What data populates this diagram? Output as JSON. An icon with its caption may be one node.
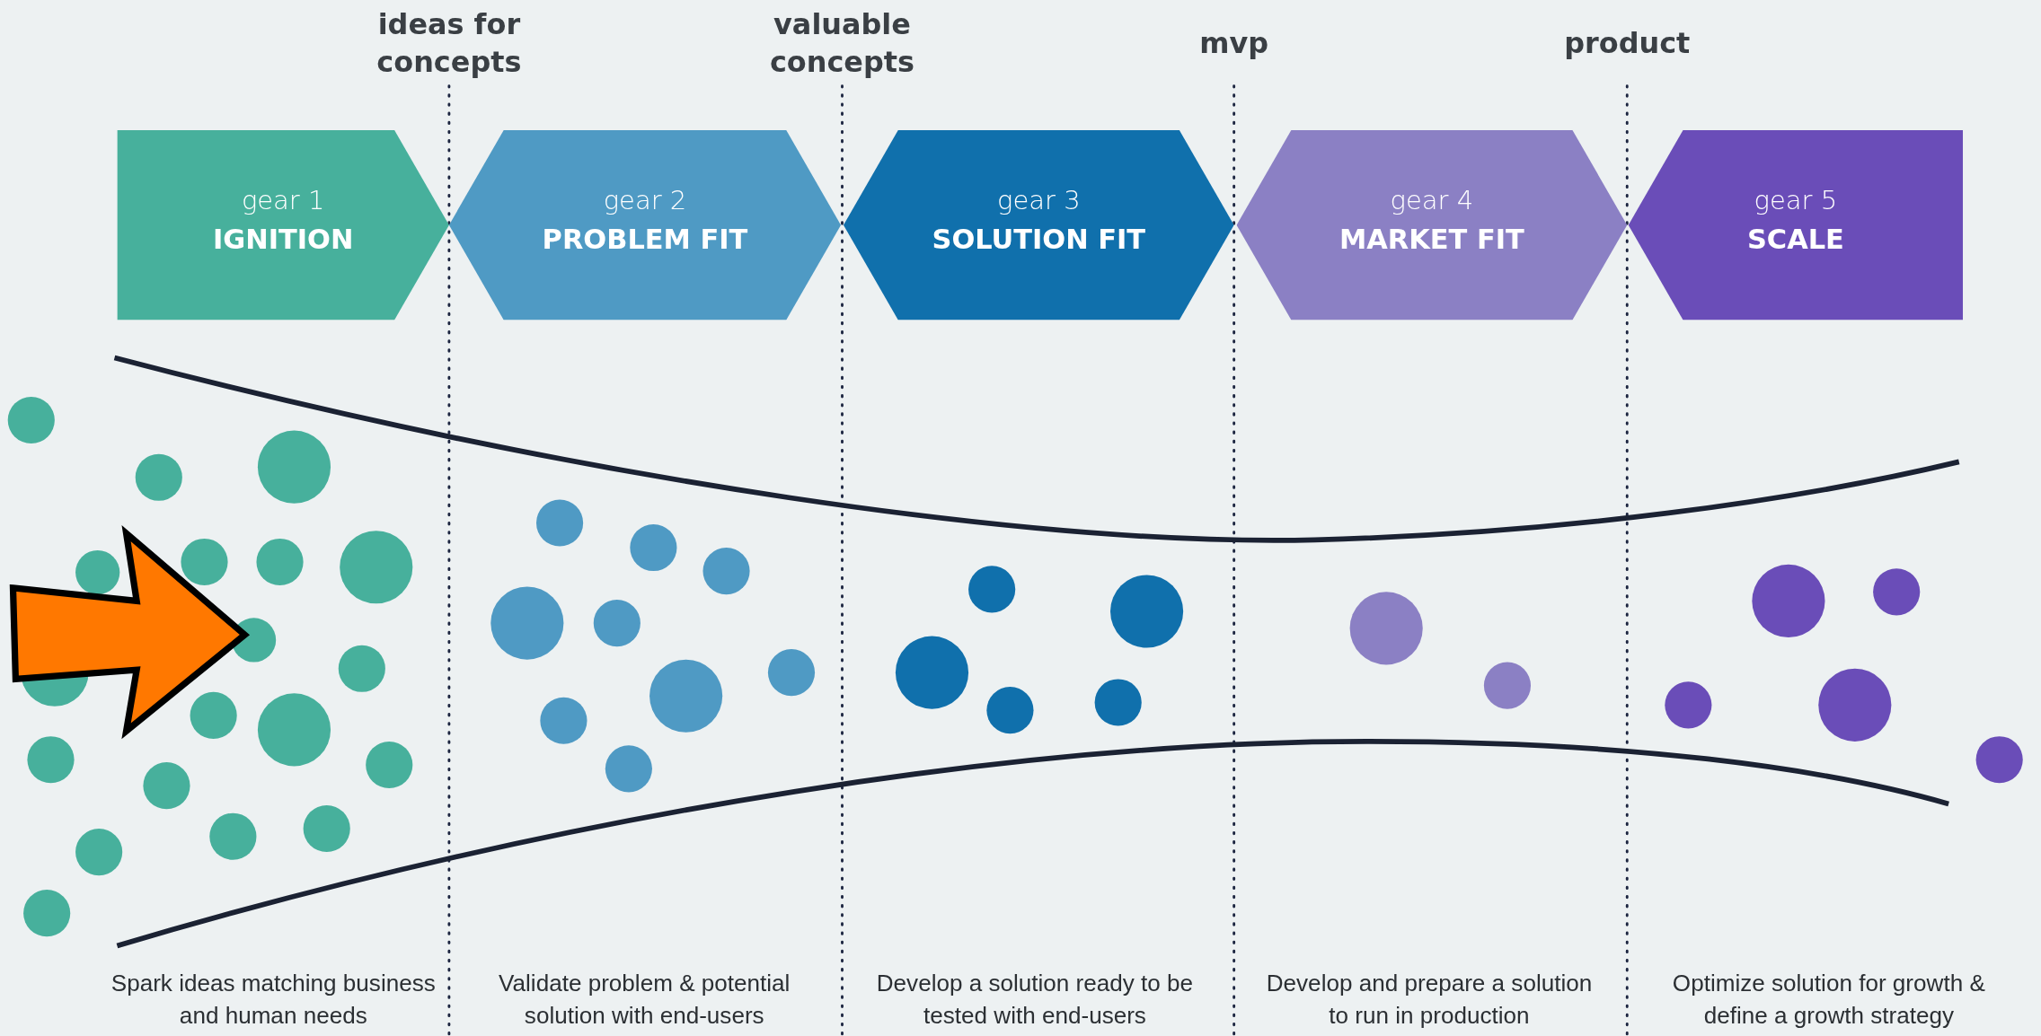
{
  "diagram": {
    "nodes": [
      {
        "text": [
          "gear 1",
          "IGNITION"
        ]
      },
      {
        "text": [
          "gear 2",
          "PROBLEM FIT"
        ]
      },
      {
        "text": [
          "gear 3",
          "SOLUTION FIT"
        ]
      },
      {
        "text": [
          "gear 4",
          "MARKET FIT"
        ]
      },
      {
        "text": [
          "gear 5",
          "SCALE"
        ]
      }
    ],
    "labels": [
      "ideas for concepts",
      "valuable concepts",
      "mvp",
      "product",
      "Spark ideas matching business and human needs",
      "Validate problem & potential solution with end-users",
      "Develop a solution ready to be tested with end-users",
      "Develop and prepare a solution to run in production",
      "Optimize solution for growth & define a growth strategy"
    ]
  }
}
